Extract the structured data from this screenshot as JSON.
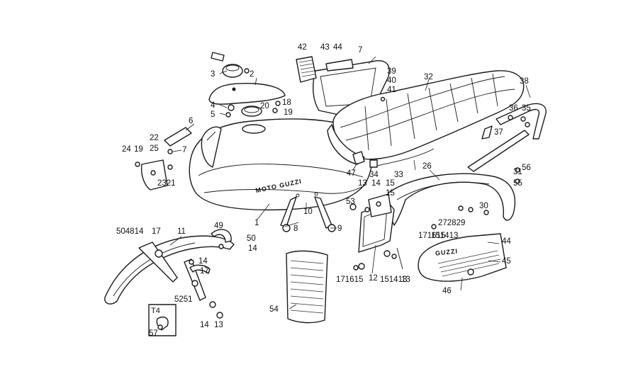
{
  "brand_tank": "MOTO GUZZI",
  "brand_cover": "GUZZI",
  "box_label": "T4",
  "labels": [
    {
      "id": "l1",
      "text": "1"
    },
    {
      "id": "l2",
      "text": "2"
    },
    {
      "id": "l3",
      "text": "3"
    },
    {
      "id": "l4",
      "text": "4"
    },
    {
      "id": "l5",
      "text": "5"
    },
    {
      "id": "l6",
      "text": "6"
    },
    {
      "id": "l7a",
      "text": "7"
    },
    {
      "id": "l7b",
      "text": "7"
    },
    {
      "id": "l8",
      "text": "8"
    },
    {
      "id": "l9",
      "text": "9"
    },
    {
      "id": "l10",
      "text": "10"
    },
    {
      "id": "l11",
      "text": "11"
    },
    {
      "id": "l12",
      "text": "12"
    },
    {
      "id": "l13a",
      "text": "13"
    },
    {
      "id": "l13b",
      "text": "13"
    },
    {
      "id": "l13c",
      "text": "13"
    },
    {
      "id": "l14a",
      "text": "14"
    },
    {
      "id": "l14b",
      "text": "14"
    },
    {
      "id": "l14c",
      "text": "14"
    },
    {
      "id": "l14d",
      "text": "14"
    },
    {
      "id": "l14e",
      "text": "14"
    },
    {
      "id": "l15a",
      "text": "15"
    },
    {
      "id": "l17a",
      "text": "17"
    },
    {
      "id": "l17b",
      "text": "17"
    },
    {
      "id": "l17c",
      "text": "17"
    },
    {
      "id": "l18",
      "text": "18"
    },
    {
      "id": "l19a",
      "text": "19"
    },
    {
      "id": "l19b",
      "text": "19"
    },
    {
      "id": "l20",
      "text": "20"
    },
    {
      "id": "l22",
      "text": "22"
    },
    {
      "id": "l24",
      "text": "24"
    },
    {
      "id": "l25",
      "text": "25"
    },
    {
      "id": "l2321",
      "text": "2321"
    },
    {
      "id": "l26",
      "text": "26"
    },
    {
      "id": "l272829",
      "text": "272829"
    },
    {
      "id": "l30",
      "text": "30"
    },
    {
      "id": "l31",
      "text": "31"
    },
    {
      "id": "l32",
      "text": "32"
    },
    {
      "id": "l33",
      "text": "33"
    },
    {
      "id": "l34",
      "text": "34"
    },
    {
      "id": "l35",
      "text": "35"
    },
    {
      "id": "l36",
      "text": "36"
    },
    {
      "id": "l37",
      "text": "37"
    },
    {
      "id": "l38",
      "text": "38"
    },
    {
      "id": "l39",
      "text": "39"
    },
    {
      "id": "l40",
      "text": "40"
    },
    {
      "id": "l41",
      "text": "41"
    },
    {
      "id": "l42",
      "text": "42"
    },
    {
      "id": "l43",
      "text": "43"
    },
    {
      "id": "l44a",
      "text": "44"
    },
    {
      "id": "l44b",
      "text": "44"
    },
    {
      "id": "l45",
      "text": "45"
    },
    {
      "id": "l46",
      "text": "46"
    },
    {
      "id": "l47",
      "text": "47"
    },
    {
      "id": "l49",
      "text": "49"
    },
    {
      "id": "l50",
      "text": "50"
    },
    {
      "id": "l504814",
      "text": "504814"
    },
    {
      "id": "l5251",
      "text": "5251"
    },
    {
      "id": "l53",
      "text": "53"
    },
    {
      "id": "l54",
      "text": "54"
    },
    {
      "id": "l55",
      "text": "55"
    },
    {
      "id": "l56",
      "text": "56"
    },
    {
      "id": "l57",
      "text": "57"
    },
    {
      "id": "l15b",
      "text": "15"
    },
    {
      "id": "l171615",
      "text": "171615"
    },
    {
      "id": "l151413",
      "text": "151413"
    },
    {
      "id": "l1417",
      "text": "14"
    },
    {
      "id": "l17d",
      "text": "17"
    }
  ]
}
